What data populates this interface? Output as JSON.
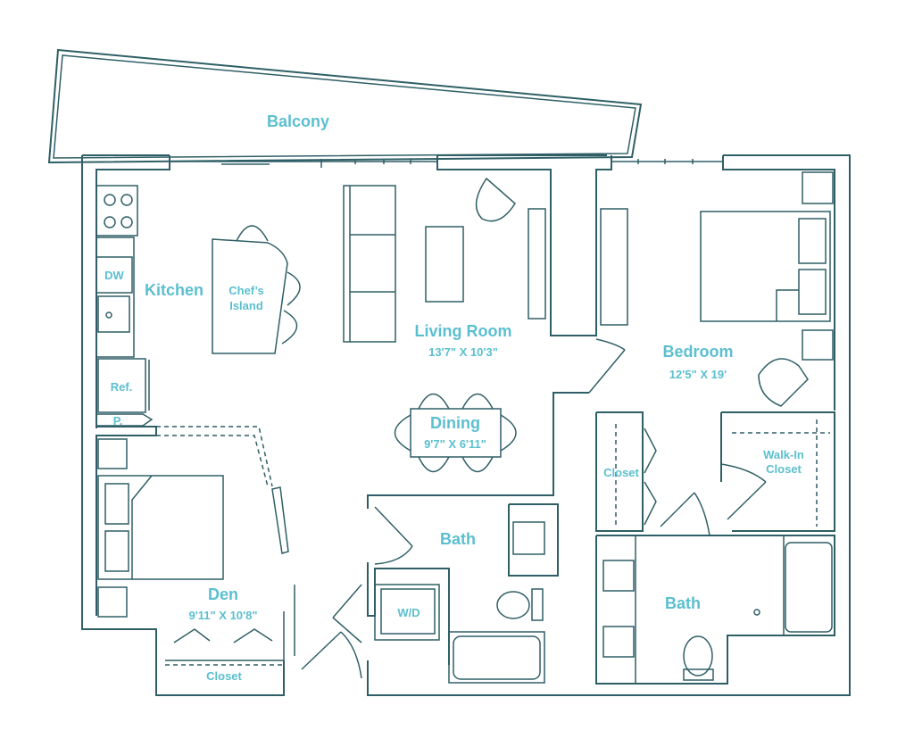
{
  "floorplan": {
    "colors": {
      "walls": "#2f5f66",
      "labels": "#5bbfcf",
      "background": "#ffffff"
    },
    "rooms": {
      "balcony": {
        "name": "Balcony"
      },
      "kitchen": {
        "name": "Kitchen"
      },
      "island": {
        "line1": "Chef’s",
        "line2": "Island"
      },
      "dw": {
        "name": "DW"
      },
      "ref": {
        "name": "Ref."
      },
      "pantry": {
        "name": "P."
      },
      "living": {
        "name": "Living Room",
        "size": "13'7\" X 10'3\""
      },
      "dining": {
        "name": "Dining",
        "size": "9'7\" X 6'11\""
      },
      "bedroom": {
        "name": "Bedroom",
        "size": "12'5\" X 19'"
      },
      "closet_bed": {
        "name": "Closet"
      },
      "walkin": {
        "line1": "Walk-In",
        "line2": "Closet"
      },
      "bath1": {
        "name": "Bath"
      },
      "wd": {
        "name": "W/D"
      },
      "bath2": {
        "name": "Bath"
      },
      "den": {
        "name": "Den",
        "size": "9'11\" X 10'8\""
      },
      "closet_den": {
        "name": "Closet"
      }
    }
  }
}
